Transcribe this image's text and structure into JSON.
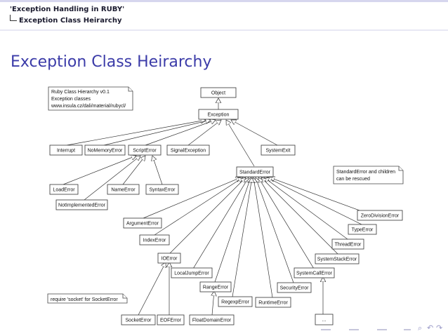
{
  "breadcrumb": {
    "section": "'Exception Handling in RUBY'",
    "subsection": "Exception Class Heirarchy"
  },
  "slide_title": "Exception Class Heirarchy",
  "diagram": {
    "notes": {
      "hierarchy": [
        "Ruby Class Hierarchy v0.1",
        "Exception classes",
        "www.insula.cz/dali/material/rubycl/"
      ],
      "rescued": [
        "StandardError and children",
        "can be rescued"
      ],
      "socket": [
        "require 'socket' for SocketError"
      ]
    },
    "classes": {
      "object": "Object",
      "exception": "Exception",
      "interrupt": "Interrupt",
      "no_memory_error": "NoMemoryError",
      "script_error": "ScriptError",
      "signal_exception": "SignalException",
      "system_exit": "SystemExit",
      "standard_error": "StandardError",
      "load_error": "LoadError",
      "name_error": "NameError",
      "syntax_error": "SyntaxError",
      "not_implemented_error": "NotImplementedError",
      "zero_division_error": "ZeroDivisionError",
      "argument_error": "ArgumentError",
      "type_error": "TypeError",
      "index_error": "IndexError",
      "thread_error": "ThreadError",
      "io_error": "IOError",
      "system_stack_error": "SystemStackError",
      "local_jump_error": "LocalJumpError",
      "system_call_error": "SystemCallError",
      "range_error": "RangeError",
      "security_error": "SecurityError",
      "regexp_error": "RegexpError",
      "runtime_error": "RuntimeError",
      "socket_error": "SocketError",
      "eof_error": "EOFError",
      "float_domain_error": "FloatDomainError",
      "ellipsis": "..."
    }
  },
  "navigation": {
    "icons": [
      "first-icon",
      "prev-icon",
      "next-icon",
      "last-icon",
      "search-icon"
    ]
  }
}
